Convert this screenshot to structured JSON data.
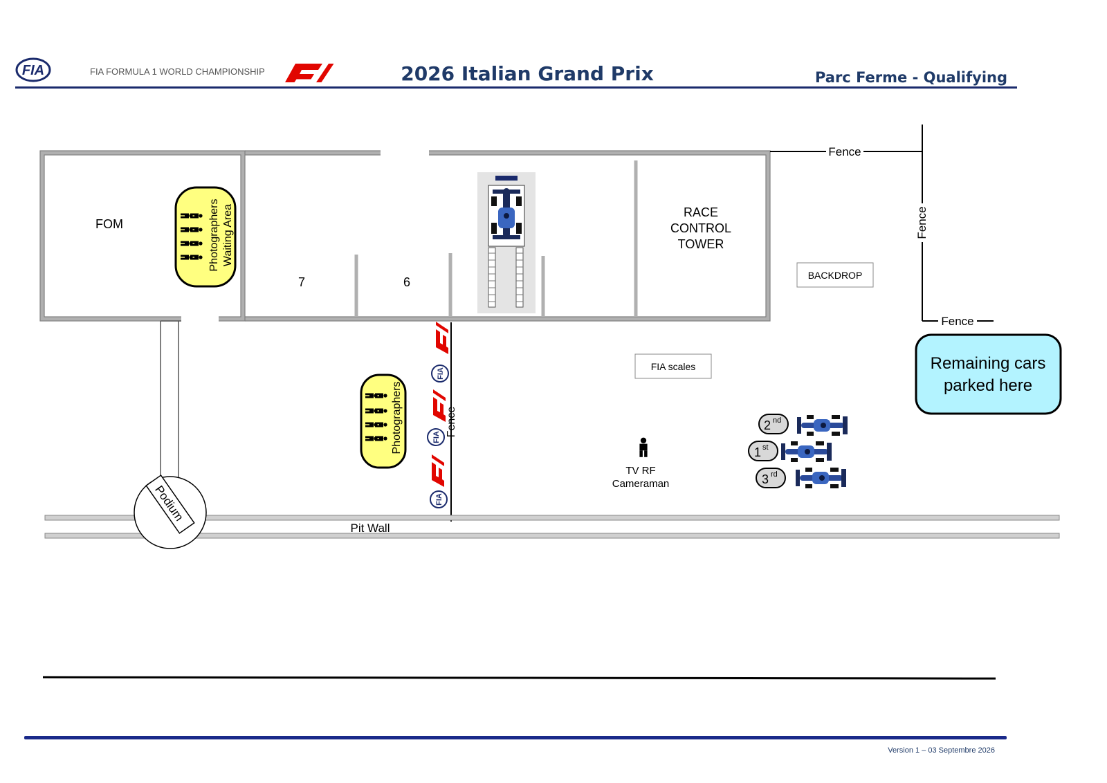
{
  "header": {
    "fia_logo_text": "FIA",
    "championship": "FIA FORMULA 1 WORLD CHAMPIONSHIP",
    "f1_logo": "f1-logo",
    "title": "2026 Italian Grand Prix",
    "subtitle": "Parc Ferme - Qualifying"
  },
  "rooms": {
    "fom": "FOM",
    "photographers_waiting_line1": "Photographers",
    "photographers_waiting_line2": "Waiting Area",
    "garage_7": "7",
    "garage_6": "6",
    "race_control_line1": "RACE",
    "race_control_line2": "CONTROL",
    "race_control_line3": "TOWER"
  },
  "labels": {
    "fence_top": "Fence",
    "fence_side": "Fence",
    "fence_bottom": "Fence",
    "fence_pit": "Fence",
    "backdrop": "BACKDROP",
    "fia_scales": "FIA scales",
    "remaining_line1": "Remaining cars",
    "remaining_line2": "parked here",
    "photographers": "Photographers",
    "tv_line1": "TV RF",
    "tv_line2": "Cameraman",
    "podium": "Podium",
    "pit_wall": "Pit Wall"
  },
  "positions": [
    {
      "num": "2",
      "suffix": "nd"
    },
    {
      "num": "1",
      "suffix": "st"
    },
    {
      "num": "3",
      "suffix": "rd"
    }
  ],
  "footer": {
    "version": "Version 1 – 03 Septembre 2026"
  },
  "colors": {
    "navy": "#1a2a6c",
    "title_blue": "#1f3a68",
    "wall_gray": "#b0b0b0",
    "yellow": "#ffff80",
    "cyan": "#b3f3ff",
    "f1_red": "#e10600",
    "car_blue": "#2a4a9a"
  }
}
